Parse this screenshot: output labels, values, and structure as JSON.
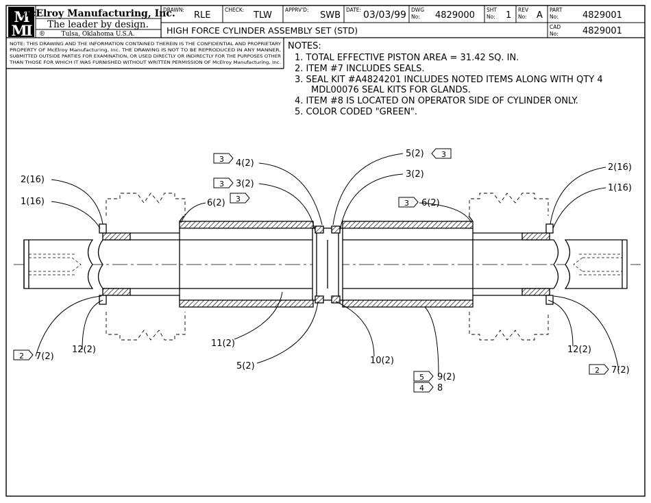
{
  "company": {
    "logo_letters": "MMI",
    "name": "McElroy Manufacturing, Inc.",
    "tagline": "The leader by design.",
    "location": "Tulsa, Oklahoma U.S.A.",
    "registered": "®"
  },
  "title_block": {
    "drawn_label": "DRAWN:",
    "drawn_value": "RLE",
    "check_label": "CHECK:",
    "check_value": "TLW",
    "apprvd_label": "APPRV'D:",
    "apprvd_value": "SWB",
    "date_label": "DATE:",
    "date_value": "03/03/99",
    "dwg_label_1": "DWG",
    "dwg_label_2": "No:",
    "dwg_value": "4829000",
    "sht_label_1": "SHT",
    "sht_label_2": "No:",
    "sht_value": "1",
    "rev_label_1": "REV",
    "rev_label_2": "No:",
    "rev_value": "A",
    "part_label_1": "PART",
    "part_label_2": "No:",
    "part_value": "4829001",
    "cad_label_1": "CAD",
    "cad_label_2": "No:",
    "cad_value": "4829001",
    "drawing_title": "HIGH FORCE CYLINDER ASSEMBLY SET (STD)"
  },
  "confidential_note": [
    "NOTE: THIS DRAWING AND THE INFORMATION CONTAINED THEREIN IS THE CONFIDENTIAL AND PROPRIETARY",
    "PROPERTY OF McElroy Manufacturing, Inc. THE DRAWING IS NOT TO BE REPRODUCED IN ANY MANNER,",
    "SUBMITTED OUTSIDE PARTIES FOR EXAMINATION, OR USED DIRECTLY OR INDIRECTLY FOR THE PURPOSES OTHER",
    "THAN THOSE FOR WHICH IT WAS FURNISHED WITHOUT WRITTEN PERMISSION OF McElroy Manufacturing, Inc."
  ],
  "notes": {
    "heading": "NOTES:",
    "lines": [
      "1. TOTAL EFFECTIVE PISTON AREA = 31.42 SQ. IN.",
      "2. ITEM #7 INCLUDES SEALS.",
      "3. SEAL KIT #A4824201 INCLUDES NOTED ITEMS ALONG WITH QTY 4",
      "MDL00076 SEAL KITS FOR GLANDS.",
      "4. ITEM #8 IS LOCATED ON OPERATOR SIDE OF CYLINDER ONLY.",
      "5. COLOR CODED \"GREEN\"."
    ]
  },
  "callouts": [
    {
      "id": "c-2-16-left",
      "text": "2(16)"
    },
    {
      "id": "c-1-16-left",
      "text": "1(16)"
    },
    {
      "id": "c-6-2-left",
      "text": "6(2)",
      "flag": "3"
    },
    {
      "id": "c-4-2",
      "text": "4(2)",
      "flag": "3"
    },
    {
      "id": "c-3-2-left",
      "text": "3(2)",
      "flag": "3"
    },
    {
      "id": "c-5-2-top",
      "text": "5(2)",
      "flag": "3"
    },
    {
      "id": "c-3-2-right",
      "text": "3(2)"
    },
    {
      "id": "c-6-2-right",
      "text": "6(2)",
      "flag": "3"
    },
    {
      "id": "c-2-16-right",
      "text": "2(16)"
    },
    {
      "id": "c-1-16-right",
      "text": "1(16)"
    },
    {
      "id": "c-7-2-left",
      "text": "7(2)",
      "flag": "2"
    },
    {
      "id": "c-12-2-left",
      "text": "12(2)"
    },
    {
      "id": "c-11-2",
      "text": "11(2)"
    },
    {
      "id": "c-5-2-bottom",
      "text": "5(2)"
    },
    {
      "id": "c-10-2",
      "text": "10(2)"
    },
    {
      "id": "c-9-2",
      "text": "9(2)",
      "flag": "5"
    },
    {
      "id": "c-8",
      "text": "8",
      "flag": "4"
    },
    {
      "id": "c-12-2-right",
      "text": "12(2)"
    },
    {
      "id": "c-7-2-right",
      "text": "7(2)",
      "flag": "2"
    }
  ]
}
